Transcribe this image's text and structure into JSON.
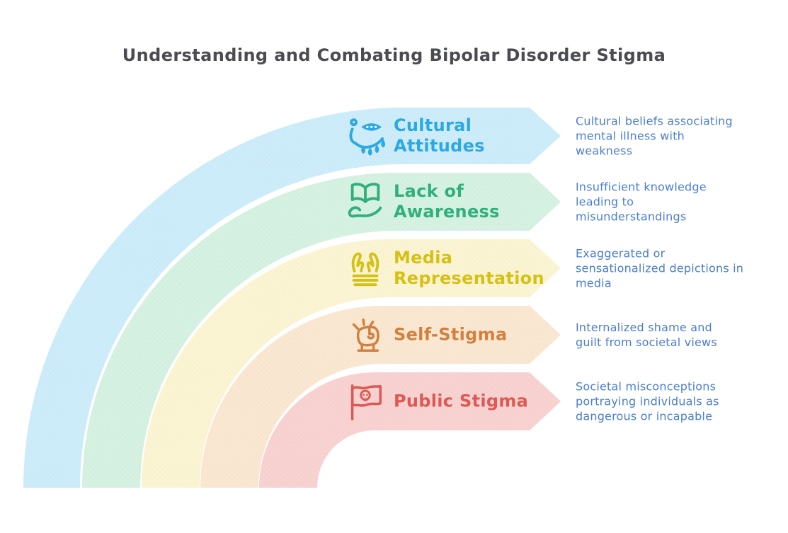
{
  "title": "Understanding and Combating Bipolar Disorder Stigma",
  "colors": {
    "background": "#ffffff",
    "title_text": "#4b4b52",
    "description_text": "#4a7dd3"
  },
  "bands": [
    {
      "label": "Cultural\nAttitudes",
      "description": "Cultural beliefs associating\nmental illness with\nweakness",
      "icon": "evil-eye-amulet-icon",
      "band_color": "#cdecfa",
      "accent_color": "#2ba9e2"
    },
    {
      "label": "Lack of\nAwareness",
      "description": "Insufficient knowledge\nleading to\nmisunderstandings",
      "icon": "open-book-hand-icon",
      "band_color": "#d5f1e1",
      "accent_color": "#2fb07c"
    },
    {
      "label": "Media\nRepresentation",
      "description": "Exaggerated or\nsensationalized depictions in\nmedia",
      "icon": "hands-over-lines-icon",
      "band_color": "#fbf4d3",
      "accent_color": "#d6c113"
    },
    {
      "label": "Self-Stigma",
      "description": "Internalized shame and\nguilt from societal views",
      "icon": "raised-fist-icon",
      "band_color": "#fae7d2",
      "accent_color": "#d2803d"
    },
    {
      "label": "Public Stigma",
      "description": "Societal misconceptions\nportraying individuals as\ndangerous or incapable",
      "icon": "skull-flag-icon",
      "band_color": "#f8d2d0",
      "accent_color": "#dd5953"
    }
  ]
}
